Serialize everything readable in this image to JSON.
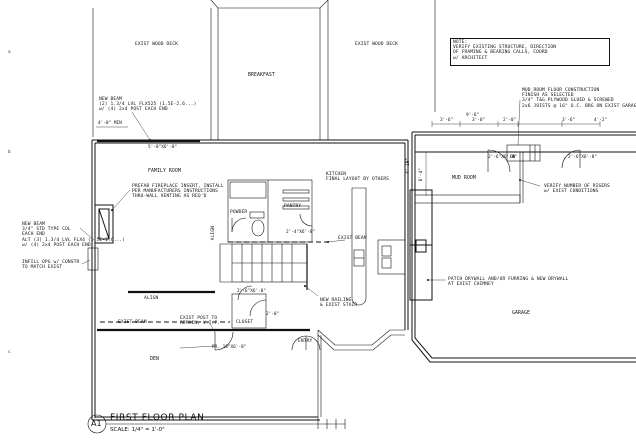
{
  "labels": {
    "deck_left": "EXIST WOOD DECK",
    "deck_right": "EXIST WOOD DECK",
    "breakfast": "BREAKFAST",
    "note": "NOTE:\nVERIFY EXISTING STRUCTURE, DIRECTION\nOF FRAMING & BEARING CALLS, COORD\nw/ ARCHITECT",
    "mudroom_floor": "MUD ROOM FLOOR CONSTRUCTION\nFINISH AS SELECTED\n3/4\" T&G PLYWOOD GLUED & SCREWED\n2x6 JOISTS @ 16\" O.C. BRG ON EXIST GARAGE FL",
    "new_beam_top": "NEW BEAM\n(2) 1.3/4 LVL FLX525 (1.5E-2.6...)\nw/ (4) 2x4 POST EACH END",
    "dim_4_0_min": "4'-0\" MIN",
    "dim_beam_top": "5'-0\"X6'-8\"",
    "family_room": "FAMILY ROOM",
    "fireplace": "PREFAB FIREPLACE INSERT, INSTALL\nPER MANUFACTURERS INSTRUCTIONS\nTHRU-WALL VENTING AS REQ'D",
    "new_beam_left": "NEW BEAM\n3/4\" STD TYPE COL\nEACH END\nALT (3) 1.3/4 LVL FLX4 (1.5E-2.6...)\nw/ (4) 2x4 POST EACH END",
    "infill": "INFILL OPG w/ CONSTR\nTO MATCH EXIST",
    "powder": "POWDER",
    "pantry": "PANTRY",
    "kitchen": "KITCHEN\nFINAL LAYOUT BY OTHERS",
    "align_1": "ALIGN",
    "exist_beam_kitchen": "EXIST BEAM",
    "dim_2_4": "2'-4\"X6'-8\"",
    "mud_room": "MUD ROOM",
    "verify_risers": "VERIFY NUMBER OF RISERS\nw/ EXIST CONDITIONS",
    "patch_drywall": "PATCH DRYWALL AND/OR FURRING & NEW DRYWALL\nAT EXIST CHIMNEY",
    "garage": "GARAGE",
    "align_2": "ALIGN",
    "exist_beam_left": "EXIST BEAM",
    "exist_post": "EXIST POST TO\nREMAIN, V.I.F.",
    "closet": "CLOSET",
    "new_railing": "NEW RAILING\n& EXIST STAIR",
    "entry": "ENTRY",
    "den": "DEN",
    "dim_pr": "PR. 18\"X6'-8\"",
    "dim_2_6": "2'-6\"X6'-8\"",
    "dim_2_0": "2'-0\"",
    "dim_mud_top": "9'-6\"",
    "dim_3_6a": "3'-6\"",
    "dim_3_0": "3'-0\"",
    "dim_2_0b": "2'-0\"",
    "dim_3_6b": "3'-6\"",
    "dim_4_2": "4'-2\"",
    "dim_dn": "DN",
    "dim_2_6b": "2'-6\"X6'-8\"",
    "dim_4_10": "4'-10\"",
    "dim_6_4": "6'-4\"",
    "dim_2_6c": "2'-6\"X6'-8\""
  },
  "title": {
    "sheet_number": "A1",
    "main": "FIRST FLOOR PLAN",
    "scale": "SCALE: 1/4\" = 1'-0\""
  },
  "margin_marks": [
    "a",
    "b",
    "c"
  ]
}
